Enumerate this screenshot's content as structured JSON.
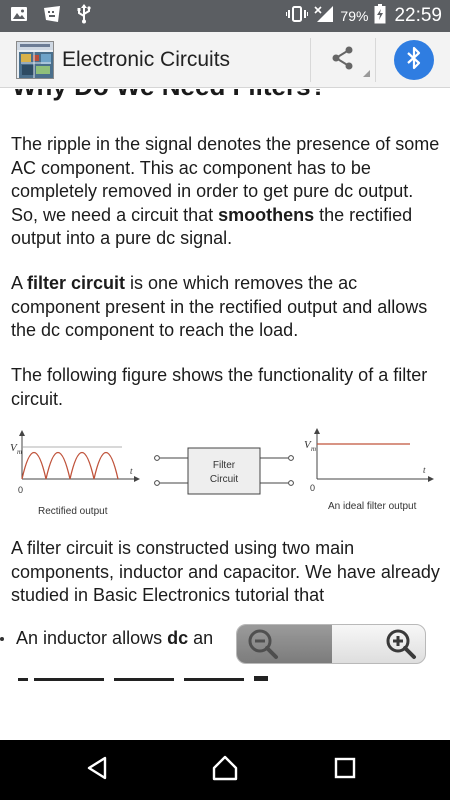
{
  "status_bar": {
    "battery_percent": "79%",
    "time": "22:59",
    "icons": [
      "image-icon",
      "keyboard-icon",
      "usb-icon",
      "vibrate-icon",
      "signal-icon",
      "battery-icon"
    ]
  },
  "app_bar": {
    "title": "Electronic Circuits",
    "actions": [
      "share-icon",
      "bluetooth-icon"
    ],
    "accent_color": "#2f7de1"
  },
  "article": {
    "heading_partial": "Why Do We Need Filters?",
    "para1": {
      "text_before": "The ripple in the signal denotes the presence of some AC component. This ac component has to be completely removed in order to get pure dc output. So, we need a circuit that ",
      "bold": "smoothens",
      "text_after": " the rectified output into a pure dc signal."
    },
    "para2": {
      "text_before": "A ",
      "bold": "filter circuit",
      "text_after": " is one which removes the ac component present in the rectified output and allows the dc component to reach the load."
    },
    "para3": "The following figure shows the functionality of a filter circuit.",
    "figure": {
      "left_axis_label": "V",
      "left_axis_sub": "m",
      "left_zero": "0",
      "left_t": "t",
      "left_caption": "Rectified output",
      "box_line1": "Filter",
      "box_line2": "Circuit",
      "right_axis_label": "V",
      "right_axis_sub": "m",
      "right_zero": "0",
      "right_t": "t",
      "right_caption": "An ideal filter output"
    },
    "para4": "A filter circuit is constructed using two main components, inductor and capacitor. We have already studied in Basic Electronics tutorial that",
    "bullet1": {
      "text_before": "An inductor allows ",
      "bold": "dc",
      "text_after": " an"
    }
  },
  "zoom_control": {
    "zoom_out_icon": "zoom-out-icon",
    "zoom_in_icon": "zoom-in-icon"
  },
  "nav_bar": {
    "buttons": [
      "back-icon",
      "home-icon",
      "recents-icon"
    ]
  }
}
